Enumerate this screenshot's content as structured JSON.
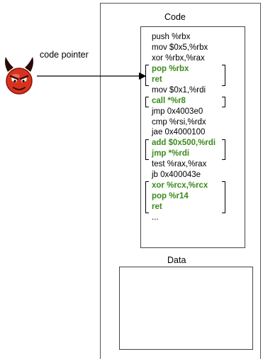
{
  "sections": {
    "code_title": "Code",
    "data_title": "Data"
  },
  "pointer_label": "code pointer",
  "code_lines": [
    {
      "text": "push %rbx",
      "gadget": false
    },
    {
      "text": "mov $0x5,%rbx",
      "gadget": false
    },
    {
      "text": "xor %rbx,%rax",
      "gadget": false
    },
    {
      "text": "pop %rbx",
      "gadget": true
    },
    {
      "text": "ret",
      "gadget": true
    },
    {
      "text": "mov $0x1,%rdi",
      "gadget": false
    },
    {
      "text": "call *%r8",
      "gadget": true
    },
    {
      "text": "jmp 0x4003e0",
      "gadget": false
    },
    {
      "text": "cmp %rsi,%rdx",
      "gadget": false
    },
    {
      "text": "jae 0x4000100",
      "gadget": false
    },
    {
      "text": "add $0x500,%rdi",
      "gadget": true
    },
    {
      "text": "jmp *%rdi",
      "gadget": true
    },
    {
      "text": "test %rax,%rax",
      "gadget": false
    },
    {
      "text": "jb 0x400043e",
      "gadget": false
    },
    {
      "text": "xor %rcx,%rcx",
      "gadget": true
    },
    {
      "text": "pop %r14",
      "gadget": true
    },
    {
      "text": "ret",
      "gadget": true
    },
    {
      "text": "...",
      "gadget": false
    }
  ],
  "gadget_groups": [
    {
      "first": 3,
      "last": 4
    },
    {
      "first": 6,
      "last": 6
    },
    {
      "first": 10,
      "last": 11
    },
    {
      "first": 14,
      "last": 16
    }
  ],
  "colors": {
    "gadget_text": "#3a8a1c",
    "devil_face": "#d8321e",
    "devil_dark": "#8a1208"
  }
}
